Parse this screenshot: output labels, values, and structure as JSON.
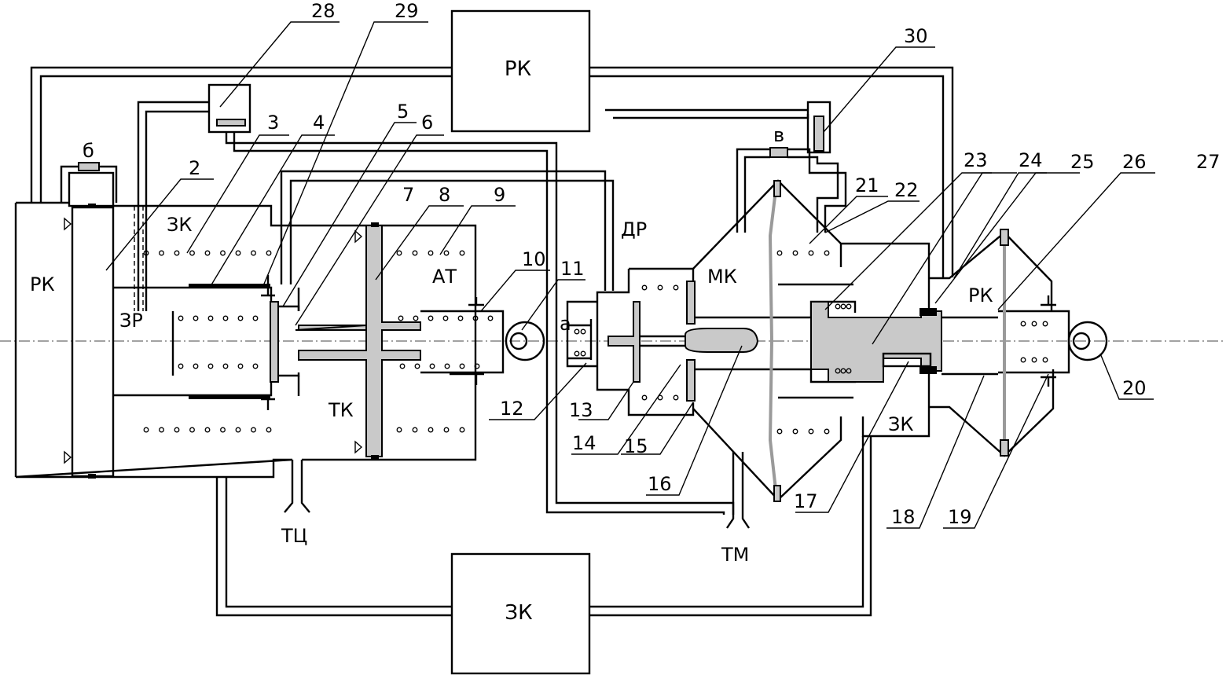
{
  "zones": {
    "rk_top": "РК",
    "zk_bottom": "ЗК",
    "rk_left": "РК",
    "zk_left": "ЗК",
    "zr": "ЗР",
    "at": "АТ",
    "tk": "ТК",
    "tc": "ТЦ",
    "dr": "ДР",
    "mk": "МК",
    "tm": "ТМ",
    "rk_right": "РК",
    "zk_right": "ЗК",
    "port_a": "а",
    "port_b": "б",
    "port_v": "в"
  },
  "callouts": {
    "n2": "2",
    "n3": "3",
    "n4": "4",
    "n5": "5",
    "n6": "6",
    "n7": "7",
    "n8": "8",
    "n9": "9",
    "n10": "10",
    "n11": "11",
    "n12": "12",
    "n13": "13",
    "n14": "14",
    "n15": "15",
    "n16": "16",
    "n17": "17",
    "n18": "18",
    "n19": "19",
    "n20": "20",
    "n21": "21",
    "n22": "22",
    "n23": "23",
    "n24": "24",
    "n25": "25",
    "n26": "26",
    "n27": "27",
    "n28": "28",
    "n29": "29",
    "n30": "30"
  },
  "colors": {
    "line": "#000000",
    "part_fill": "#c9c9c9",
    "membrane": "#9a9a9a",
    "background": "#ffffff"
  }
}
